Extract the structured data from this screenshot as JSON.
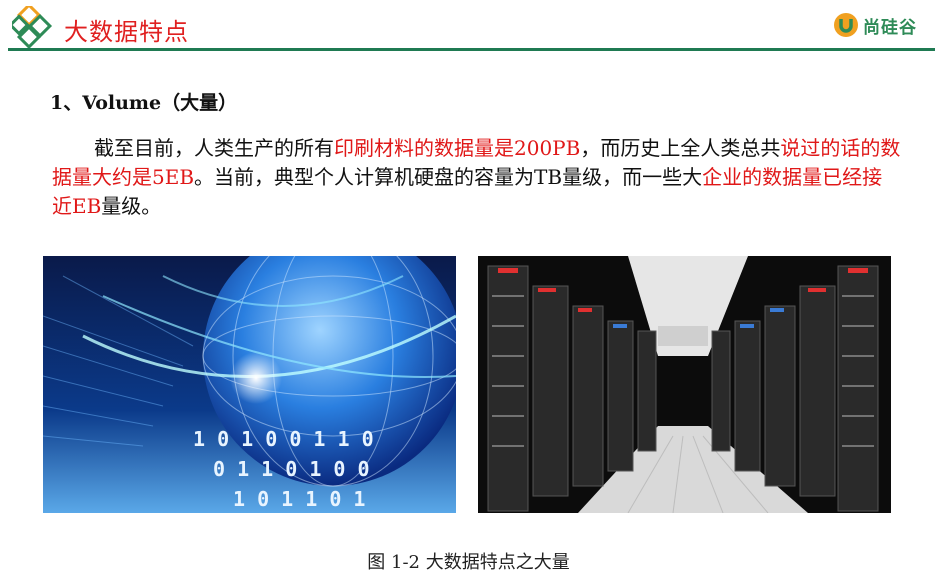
{
  "header": {
    "title": "大数据特点",
    "brand_name": "尚硅谷",
    "accent_color": "#1f7a52",
    "title_color": "#e02020"
  },
  "section": {
    "heading": "1、Volume（大量）"
  },
  "paragraph": {
    "seg1": "截至目前，人类生产的所有",
    "seg2": "印刷材料的数据量是200PB",
    "seg3": "，而历史上全人类总共",
    "seg4": "说过的话的数据量大约是5EB",
    "seg5": "。当前，典型个人计算机硬盘的容量为TB量级，而一些大",
    "seg6": "企业的数据量已经接近EB",
    "seg7": "量级。",
    "highlight_color": "#e01818"
  },
  "figures": {
    "left_image": "digital-globe-image",
    "right_image": "server-room-image",
    "caption": "图 1-2  大数据特点之大量"
  }
}
